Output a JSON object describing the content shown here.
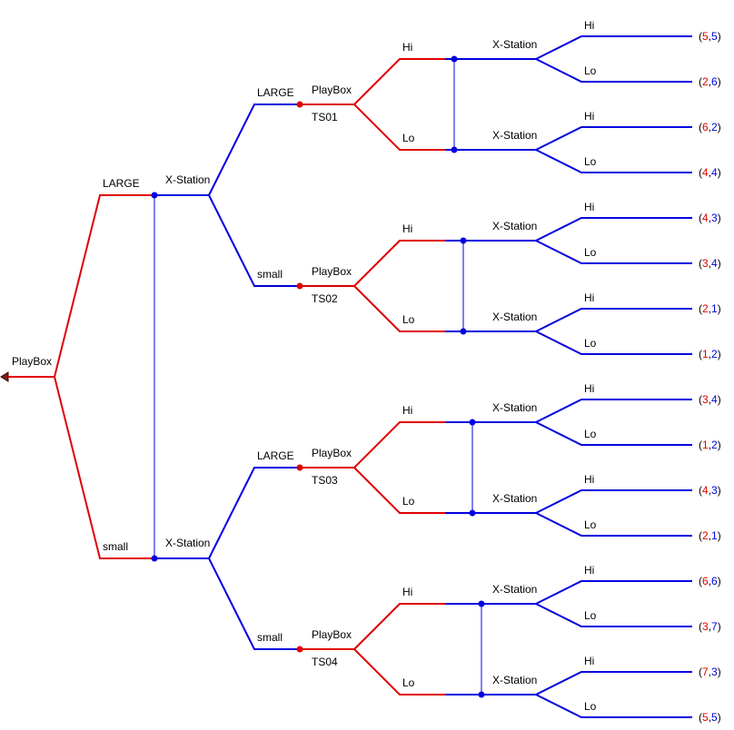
{
  "colors": {
    "player1": "#e00000",
    "player2": "#0000e0"
  },
  "root": {
    "player": "PlayBox"
  },
  "level1": [
    {
      "label": "LARGE",
      "player": "X-Station"
    },
    {
      "label": "small",
      "player": "X-Station"
    }
  ],
  "level2": [
    {
      "label": "LARGE",
      "player": "PlayBox",
      "subgame": "TS01"
    },
    {
      "label": "small",
      "player": "PlayBox",
      "subgame": "TS02"
    },
    {
      "label": "LARGE",
      "player": "PlayBox",
      "subgame": "TS03"
    },
    {
      "label": "small",
      "player": "PlayBox",
      "subgame": "TS04"
    }
  ],
  "level3": [
    {
      "label": "Hi",
      "player": "X-Station"
    },
    {
      "label": "Lo",
      "player": "X-Station"
    },
    {
      "label": "Hi",
      "player": "X-Station"
    },
    {
      "label": "Lo",
      "player": "X-Station"
    },
    {
      "label": "Hi",
      "player": "X-Station"
    },
    {
      "label": "Lo",
      "player": "X-Station"
    },
    {
      "label": "Hi",
      "player": "X-Station"
    },
    {
      "label": "Lo",
      "player": "X-Station"
    }
  ],
  "leaves": [
    {
      "label": "Hi",
      "p1": "5",
      "p2": "5"
    },
    {
      "label": "Lo",
      "p1": "2",
      "p2": "6"
    },
    {
      "label": "Hi",
      "p1": "6",
      "p2": "2"
    },
    {
      "label": "Lo",
      "p1": "4",
      "p2": "4"
    },
    {
      "label": "Hi",
      "p1": "4",
      "p2": "3"
    },
    {
      "label": "Lo",
      "p1": "3",
      "p2": "4"
    },
    {
      "label": "Hi",
      "p1": "2",
      "p2": "1"
    },
    {
      "label": "Lo",
      "p1": "1",
      "p2": "2"
    },
    {
      "label": "Hi",
      "p1": "3",
      "p2": "4"
    },
    {
      "label": "Lo",
      "p1": "1",
      "p2": "2"
    },
    {
      "label": "Hi",
      "p1": "4",
      "p2": "3"
    },
    {
      "label": "Lo",
      "p1": "2",
      "p2": "1"
    },
    {
      "label": "Hi",
      "p1": "6",
      "p2": "6"
    },
    {
      "label": "Lo",
      "p1": "3",
      "p2": "7"
    },
    {
      "label": "Hi",
      "p1": "7",
      "p2": "3"
    },
    {
      "label": "Lo",
      "p1": "5",
      "p2": "5"
    }
  ]
}
